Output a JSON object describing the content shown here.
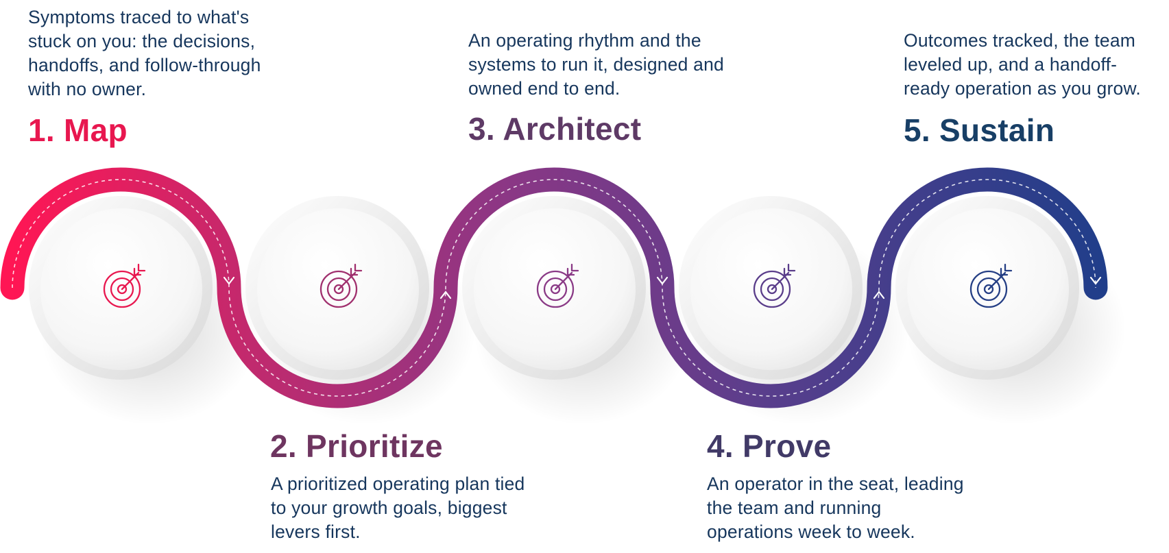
{
  "steps": [
    {
      "number_title": "1. Map",
      "description": "Symptoms traced to what's\nstuck on you: the decisions,\nhandoffs, and follow-through\nwith no owner.",
      "icon": "target-arrow-icon",
      "color": "#e8174f"
    },
    {
      "number_title": "2. Prioritize",
      "description": "A prioritized operating plan tied\nto your growth goals, biggest\nlevers first.",
      "icon": "target-arrow-icon",
      "color": "#a0306e"
    },
    {
      "number_title": "3. Architect",
      "description": "An operating rhythm and the\nsystems to run it, designed and\nowned end to end.",
      "icon": "target-arrow-icon",
      "color": "#8a3a86"
    },
    {
      "number_title": "4. Prove",
      "description": "An operator in the seat, leading\nthe team and running\noperations week to week.",
      "icon": "target-arrow-icon",
      "color": "#5a3d8a"
    },
    {
      "number_title": "5. Sustain",
      "description": "Outcomes tracked, the team\nleveled up, and a handoff-\nready operation as you grow.",
      "icon": "target-arrow-icon",
      "color": "#253f85"
    }
  ],
  "colors": {
    "ribbon_gradient": [
      "#ff1654",
      "#c02a6e",
      "#8b3785",
      "#5a3e8c",
      "#1f3e8a"
    ],
    "text": "#16365c"
  }
}
